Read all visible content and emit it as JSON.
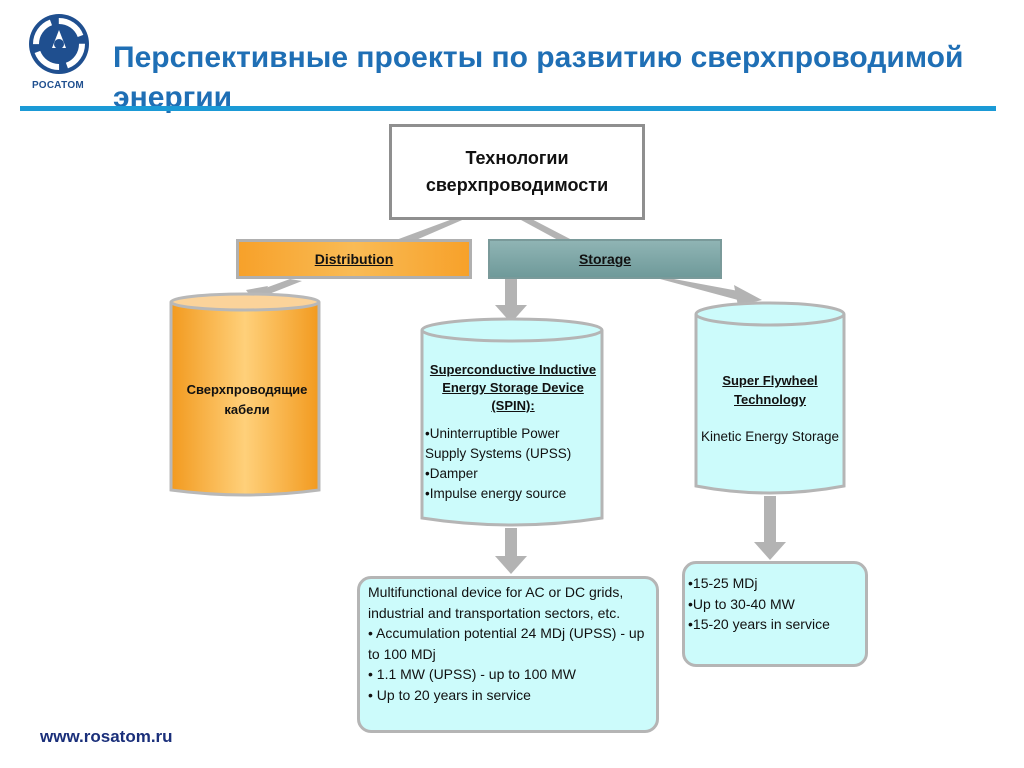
{
  "header": {
    "title": "Перспективные проекты по развитию сверхпроводимой энергии",
    "logo_text": "РОСАТОМ"
  },
  "diagram": {
    "root_label": "Технологии сверхпроводимости",
    "branches": {
      "distribution": "Distribution",
      "storage": "Storage"
    },
    "cable_cylinder": {
      "label": "Сверхпроводящие кабели"
    },
    "spin_cylinder": {
      "title": "Superconductive Inductive Energy Storage Device  (SPIN):",
      "items": [
        "•Uninterruptible Power Supply Systems (UPSS)",
        "•Damper",
        "•Impulse energy source"
      ]
    },
    "flywheel_cylinder": {
      "title": "Super Flywheel Technology",
      "subtitle": "Kinetic Energy Storage"
    },
    "spin_details": {
      "lines": [
        "Multifunctional device for AC or DC grids, industrial and transportation sectors, etc.",
        "• Accumulation potential 24 MDj (UPSS) - up to 100 MDj",
        "• 1.1 MW (UPSS) - up to 100 MW",
        "• Up to 20 years in service"
      ]
    },
    "flywheel_details": {
      "lines": [
        "•15-25 MDj",
        "•Up to 30-40 MW",
        "•15-20 years in service"
      ]
    }
  },
  "footer": {
    "url": "www.rosatom.ru"
  },
  "colors": {
    "title_blue": "#1f6fb5",
    "accent_line": "#1b9ad6",
    "orange": "#f7a12a",
    "cyan_fill": "#ccfbfb",
    "gray_connector": "#b3b3b3"
  }
}
